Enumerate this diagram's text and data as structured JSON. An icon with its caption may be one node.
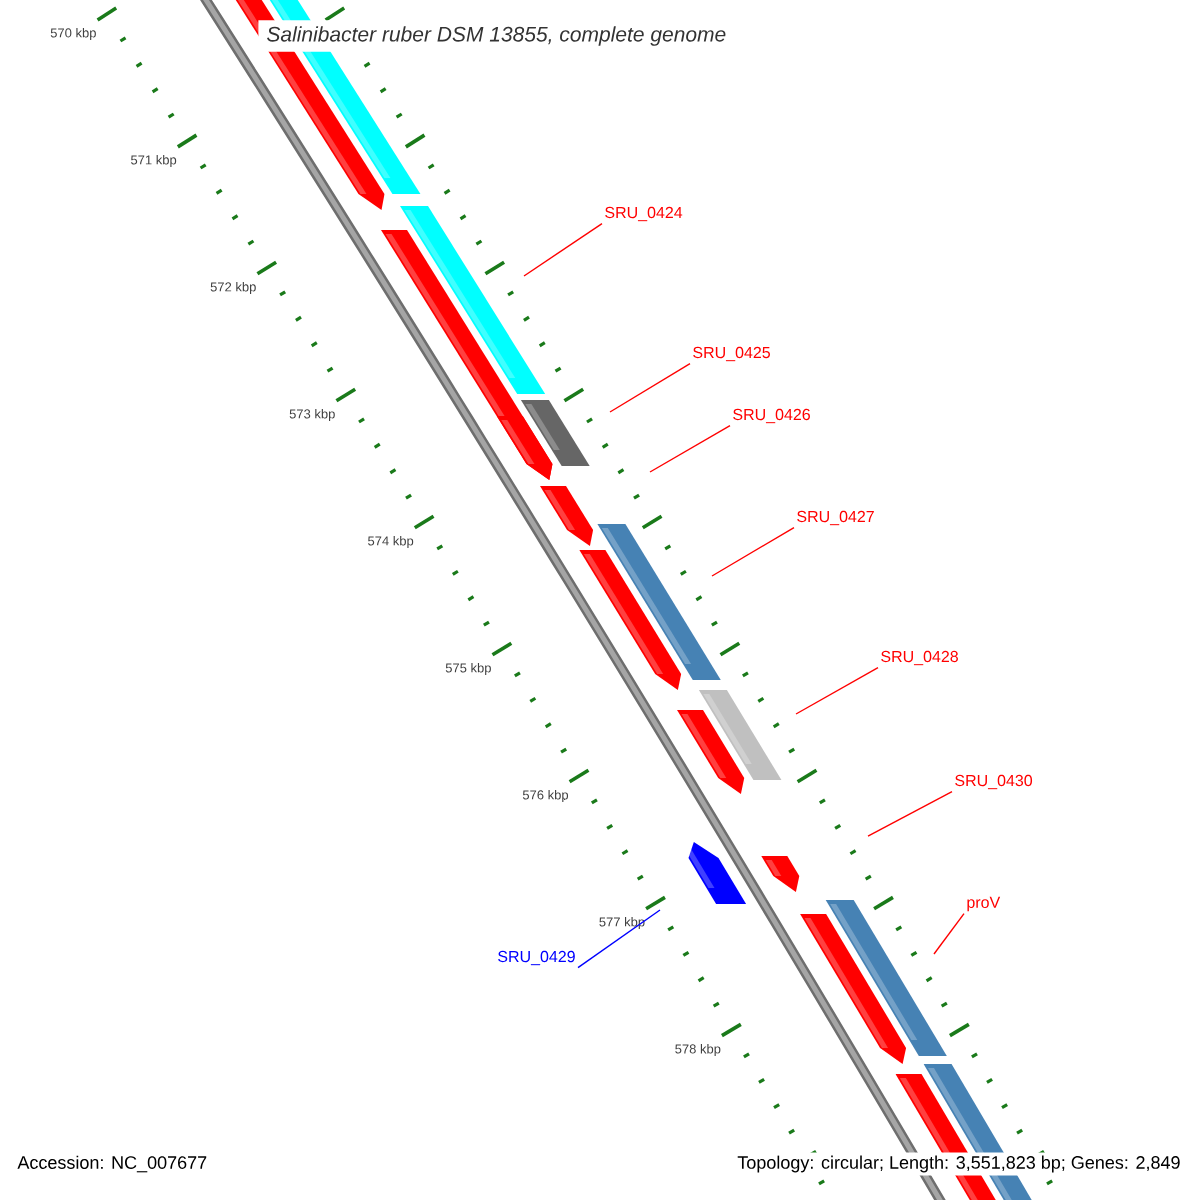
{
  "diagram": {
    "title": "Salinibacter ruber DSM 13855, complete genome",
    "nodes": [
      {
        "text": [
          "SRU_0424"
        ]
      },
      {
        "text": [
          "SRU_0425"
        ]
      },
      {
        "text": [
          "SRU_0426"
        ]
      },
      {
        "text": [
          "SRU_0427"
        ]
      },
      {
        "text": [
          "SRU_0428"
        ]
      },
      {
        "text": [
          "SRU_0430"
        ]
      },
      {
        "text": [
          "proV"
        ]
      },
      {
        "text": [
          "SRU_0429"
        ]
      }
    ],
    "edges": [
      {
        "from": 0,
        "to": null,
        "arrow": "none"
      },
      {
        "from": 1,
        "to": null,
        "arrow": "none"
      },
      {
        "from": 2,
        "to": null,
        "arrow": "none"
      },
      {
        "from": 3,
        "to": null,
        "arrow": "none"
      },
      {
        "from": 4,
        "to": null,
        "arrow": "none"
      },
      {
        "from": 5,
        "to": null,
        "arrow": "none"
      },
      {
        "from": 6,
        "to": null,
        "arrow": "none"
      },
      {
        "from": 7,
        "to": null,
        "arrow": "none",
        "color": "#0000ff"
      }
    ],
    "labels": [
      "570 kbp",
      "571 kbp",
      "572 kbp",
      "573 kbp",
      "574 kbp",
      "575 kbp",
      "576 kbp",
      "577 kbp",
      "578 kbp",
      "Accession: NC_007677",
      "Topology: circular; Length: 3,551,823 bp; Genes: 2,849"
    ]
  }
}
